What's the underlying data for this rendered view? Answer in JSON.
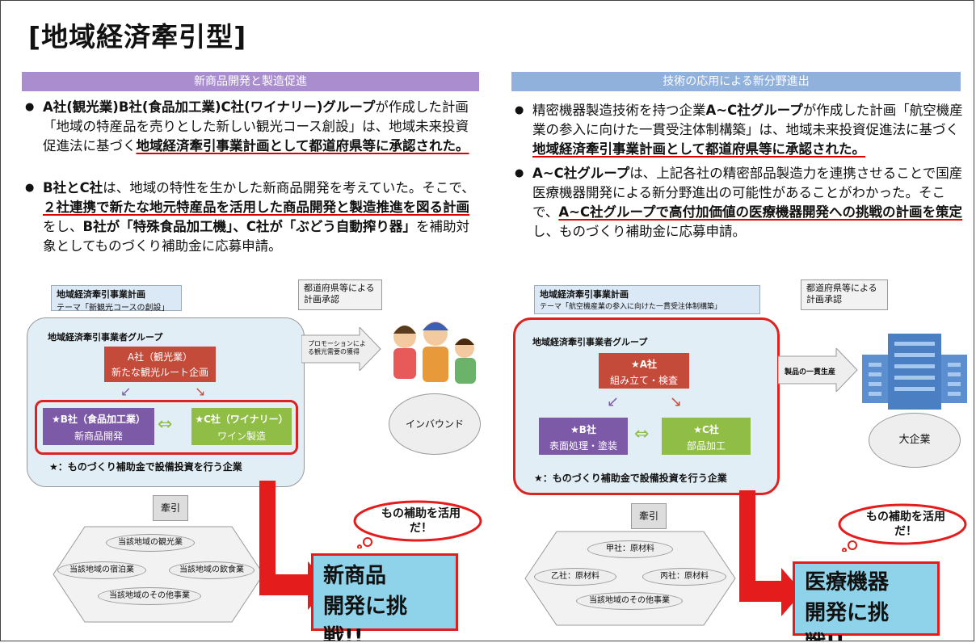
{
  "title": "[地域経済牽引型]",
  "left": {
    "header": "新商品開発と製造促進",
    "bullet1": {
      "b1": "A社(観光業)B社(食品加工業)C社(ワイナリー)グループ",
      "t1": "が作成した計画「地域の特産品を売りとした新しい観光コース創設」は、地域未来投資促進法に基づく",
      "u1": "地域経済牽引事業計画として都道府県等に承認された。"
    },
    "bullet2": {
      "b1": "B社とC社",
      "t1": "は、地域の特性を生かした新商品開発を考えていた。そこで、",
      "u1": "２社連携で新たな地元特産品を活用した商品開発と製造推進を図る計画",
      "t2": "をし、",
      "b2": "B社が「特殊食品加工機」、C社が「ぶどう自動搾り器」",
      "t3": "を補助対象としてものづくり補助金に応募申請。"
    },
    "diagram": {
      "plan_title": "地域経済牽引事業計画",
      "plan_theme": "テーマ「新観光コースの創設」",
      "approval": "都道府県等による計画承認",
      "group_label": "地域経済牽引事業者グループ",
      "a_name": "A社（観光業）",
      "a_desc": "新たな観光ルート企画",
      "b_name": "★B社（食品加工業）",
      "b_desc": "新商品開発",
      "c_name": "★C社（ワイナリー）",
      "c_desc": "ワイン製造",
      "note": "★：ものづくり補助金で設備投資を行う企業",
      "arrow_label": "プロモーションによる観光需要の獲得",
      "target": "インバウンド",
      "pull": "牽引",
      "hex": [
        "当該地域の観光業",
        "当該地域の宿泊業",
        "当該地域の飲食業",
        "当該地域のその他事業"
      ],
      "bubble": "もの補助を活用だ！",
      "big_line1": "新商品",
      "big_line2": "開発に挑戦!!"
    }
  },
  "right": {
    "header": "技術の応用による新分野進出",
    "bullet1": {
      "t0": "精密機器製造技術を持つ企業",
      "b1": "A~C社グループ",
      "t1": "が作成した計画「航空機産業の参入に向けた一貫受注体制構築」は、地域未来投資促進法に基づく",
      "u1": "地域経済牽引事業計画として都道府県等に承認された。"
    },
    "bullet2": {
      "b1": "A~C社グループ",
      "t1": "は、上記各社の精密部品製造力を連携させることで国産医療機器開発による新分野進出の可能性があることがわかった。そこで、",
      "u1": "A~C社グループで高付加価値の医療機器開発への挑戦の計画を策定",
      "t2": "し、ものづくり補助金に応募申請。"
    },
    "diagram": {
      "plan_title": "地域経済牽引事業計画",
      "plan_theme": "テーマ「航空機産業の参入に向けた一貫受注体制構築」",
      "approval": "都道府県等による計画承認",
      "group_label": "地域経済牽引事業者グループ",
      "a_name": "★A社",
      "a_desc": "組み立て・検査",
      "b_name": "★B社",
      "b_desc": "表面処理・塗装",
      "c_name": "★C社",
      "c_desc": "部品加工",
      "note": "★：ものづくり補助金で設備投資を行う企業",
      "arrow_label": "製品の一貫生産",
      "target": "大企業",
      "pull": "牽引",
      "hex": [
        "甲社：原材料",
        "乙社：原材料",
        "丙社：原材料",
        "当該地域のその他事業"
      ],
      "bubble": "もの補助を活用だ！",
      "big_line1": "医療機器",
      "big_line2": "開発に挑戦!!"
    }
  }
}
